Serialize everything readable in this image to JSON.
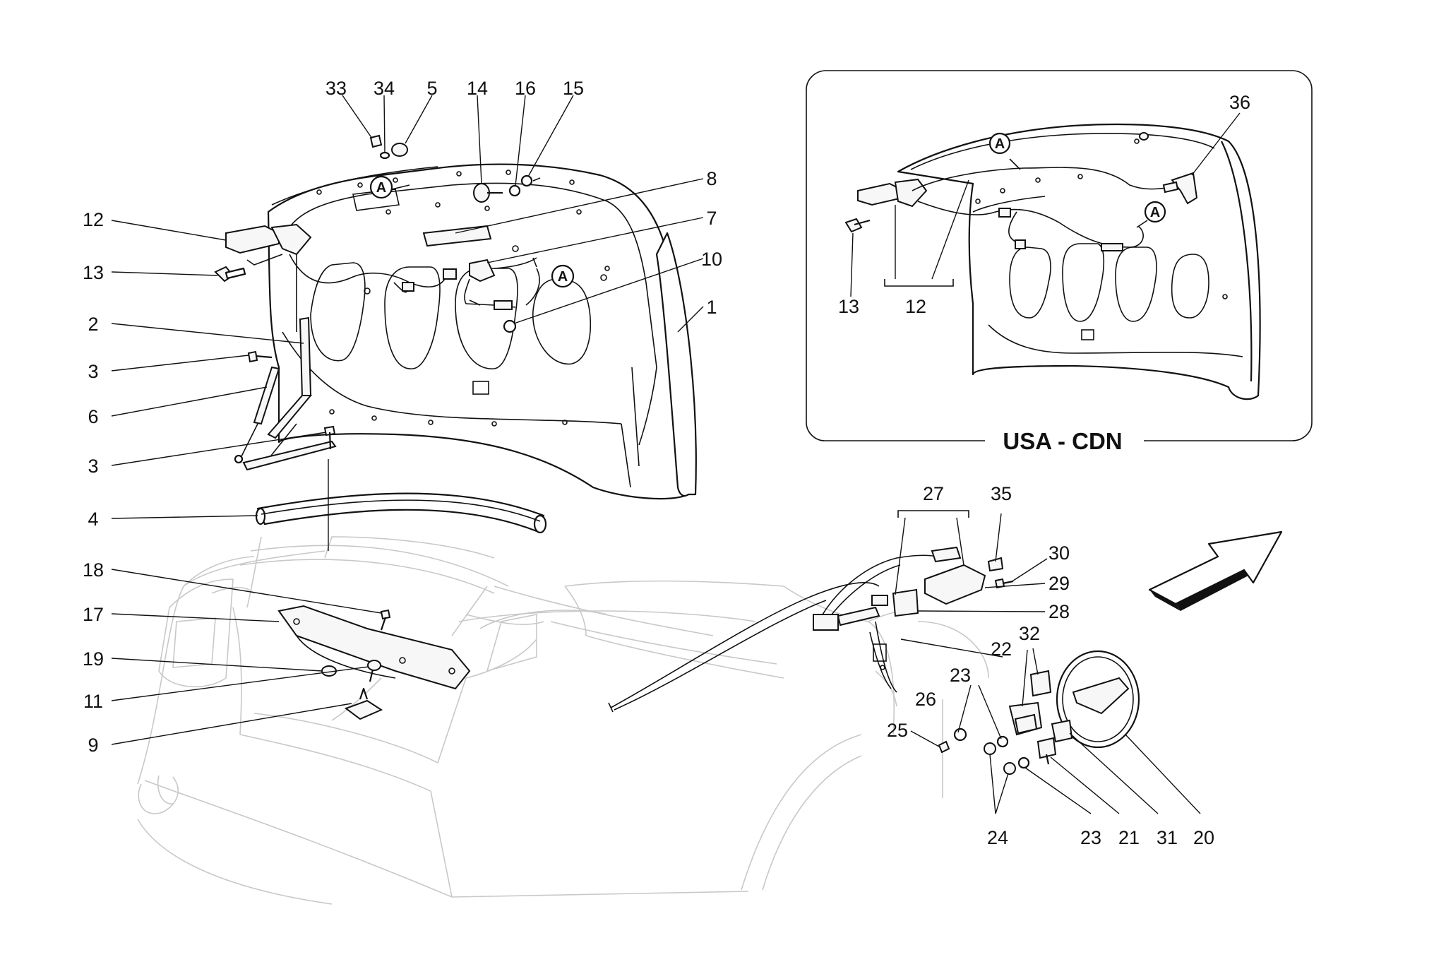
{
  "inset": {
    "title": "USA - CDN"
  },
  "detail_marker": "A",
  "callouts": {
    "c1": "1",
    "c2": "2",
    "c3a": "3",
    "c3b": "3",
    "c4": "4",
    "c5": "5",
    "c6": "6",
    "c7": "7",
    "c8": "8",
    "c9": "9",
    "c10": "10",
    "c11": "11",
    "c12": "12",
    "c13": "13",
    "c14": "14",
    "c15": "15",
    "c16": "16",
    "c17": "17",
    "c18": "18",
    "c19": "19",
    "c20": "20",
    "c21": "21",
    "c22": "22",
    "c23a": "23",
    "c23b": "23",
    "c24": "24",
    "c25": "25",
    "c26": "26",
    "c27": "27",
    "c28": "28",
    "c29": "29",
    "c30": "30",
    "c31": "31",
    "c32": "32",
    "c33": "33",
    "c34": "34",
    "c35": "35",
    "i12": "12",
    "i13": "13",
    "i36": "36"
  }
}
